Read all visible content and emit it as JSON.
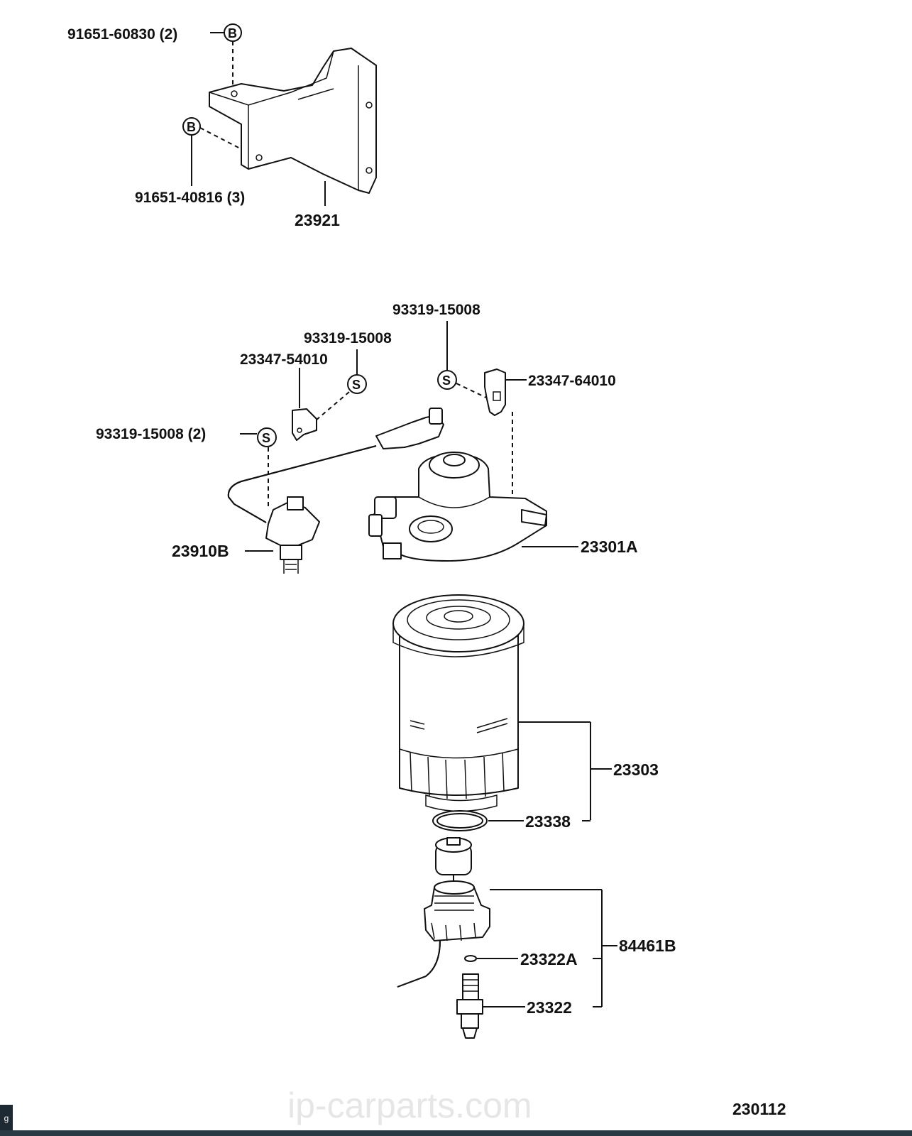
{
  "labels": {
    "bolt_top": "91651-60830 (2)",
    "bolt_side": "91651-40816 (3)",
    "bracket": "23921",
    "screw_right_top": "93319-15008",
    "screw_mid": "93319-15008",
    "clamp_left": "23347-54010",
    "clamp_right": "23347-64010",
    "screw_left": "93319-15008 (2)",
    "switch": "23910B",
    "filter_head": "23301A",
    "filter_element": "23303",
    "o_ring": "23338",
    "drain_kit": "84461B",
    "gasket": "23322A",
    "sensor": "23322",
    "figure_number": "230112"
  },
  "symbols": {
    "bolt": "B",
    "screw": "S"
  },
  "watermark": "ip-carparts.com",
  "corner_tab": "g"
}
